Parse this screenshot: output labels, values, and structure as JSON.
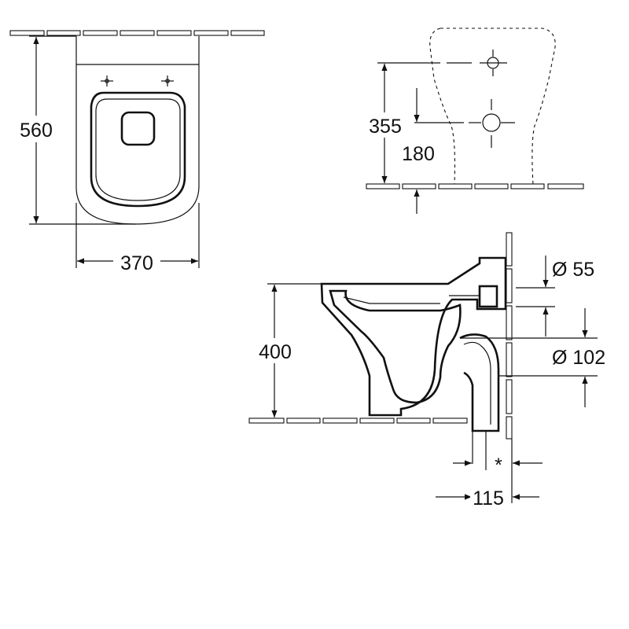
{
  "dimensions": {
    "depth": "560",
    "width": "370",
    "fixing_height": "355",
    "fixing_offset": "180",
    "seat_height": "400",
    "inlet_diameter": "Ø 55",
    "outlet_diameter": "Ø 102",
    "wall_distance": "115",
    "variable_mark": "*"
  },
  "colors": {
    "line": "#111111",
    "background": "#ffffff"
  }
}
